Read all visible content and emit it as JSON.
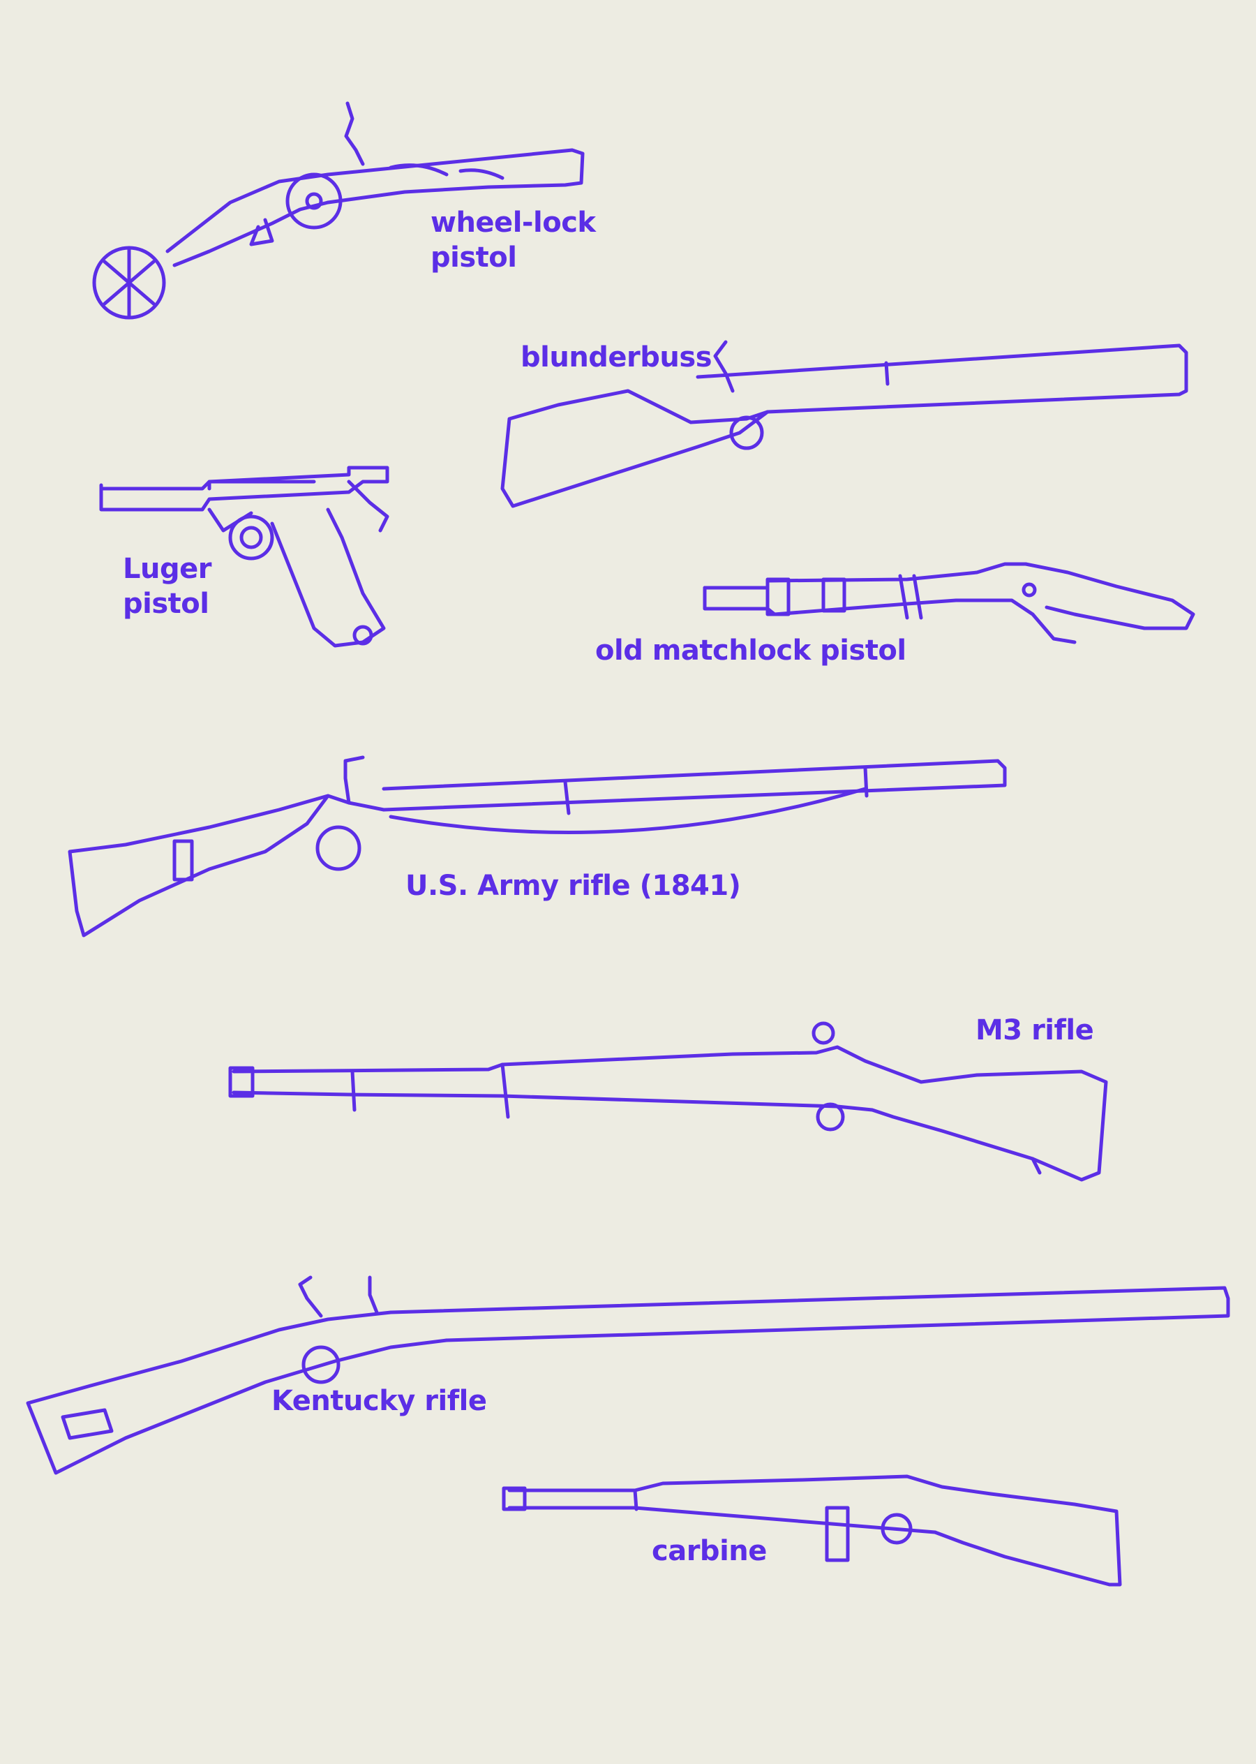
{
  "colors": {
    "background": "#edece2",
    "ink": "#5b2ee6"
  },
  "weapons": {
    "wheel_lock": {
      "line1": "wheel-lock",
      "line2": "pistol"
    },
    "blunderbuss": {
      "label": "blunderbuss"
    },
    "luger": {
      "line1": "Luger",
      "line2": "pistol"
    },
    "matchlock": {
      "label": "old matchlock pistol"
    },
    "us_army": {
      "label": "U.S. Army rifle (1841)"
    },
    "m3": {
      "label": "M3 rifle"
    },
    "kentucky": {
      "label": "Kentucky rifle"
    },
    "carbine": {
      "label": "carbine"
    }
  }
}
